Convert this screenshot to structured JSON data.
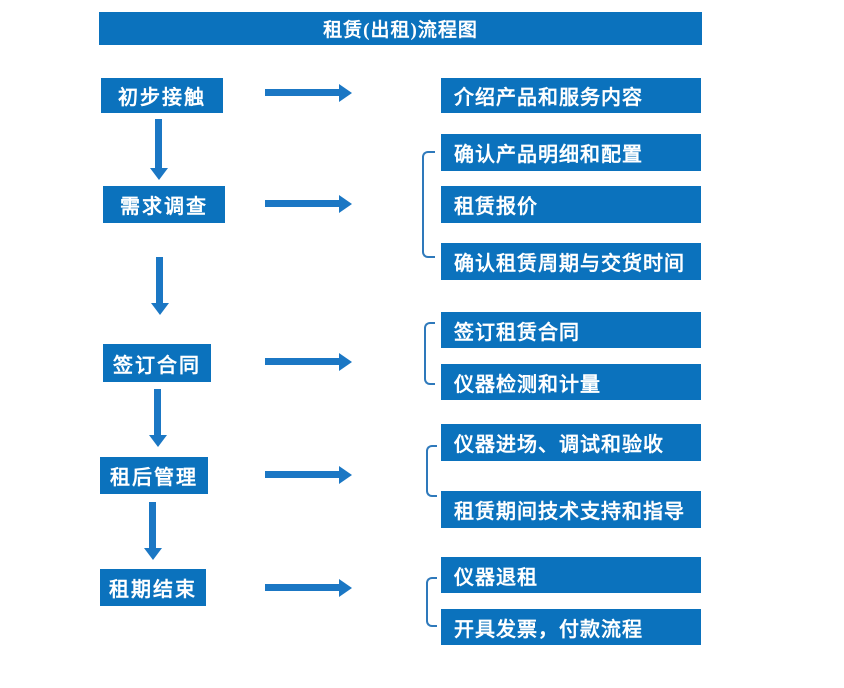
{
  "title": "租赁(出租)流程图",
  "colors": {
    "box_blue": "#0b72bd",
    "arrow_blue": "#1b77c4",
    "bracket_blue": "#2e79bb",
    "text_white": "#ffffff",
    "background": "#ffffff"
  },
  "steps": [
    {
      "label": "初步接触",
      "outputs": [
        "介绍产品和服务内容"
      ]
    },
    {
      "label": "需求调查",
      "outputs": [
        "确认产品明细和配置",
        "租赁报价",
        "确认租赁周期与交货时间"
      ]
    },
    {
      "label": "签订合同",
      "outputs": [
        "签订租赁合同",
        "仪器检测和计量"
      ]
    },
    {
      "label": "租后管理",
      "outputs": [
        "仪器进场、调试和验收",
        "租赁期间技术支持和指导"
      ]
    },
    {
      "label": "租期结束",
      "outputs": [
        "仪器退租",
        "开具发票，付款流程"
      ]
    }
  ]
}
